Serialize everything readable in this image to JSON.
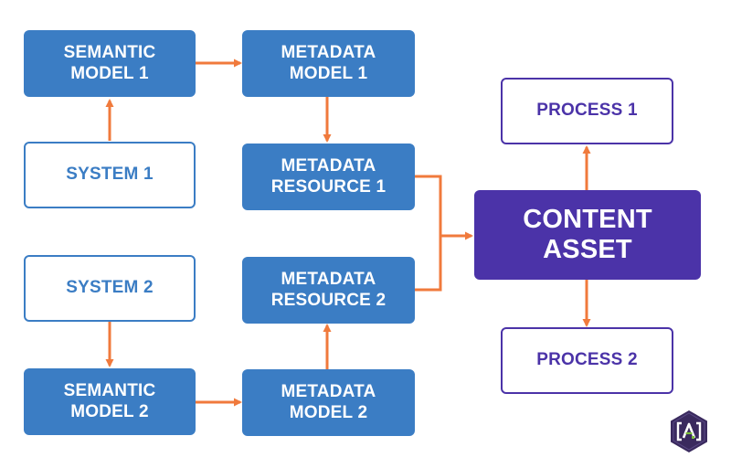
{
  "diagram": {
    "nodes": {
      "semantic_model_1": "SEMANTIC\nMODEL 1",
      "metadata_model_1": "METADATA\nMODEL 1",
      "system_1": "SYSTEM 1",
      "metadata_resource_1": "METADATA\nRESOURCE 1",
      "system_2": "SYSTEM 2",
      "metadata_resource_2": "METADATA\nRESOURCE 2",
      "semantic_model_2": "SEMANTIC\nMODEL 2",
      "metadata_model_2": "METADATA\nMODEL 2",
      "content_asset": "CONTENT\nASSET",
      "process_1": "PROCESS 1",
      "process_2": "PROCESS 2"
    },
    "edges": [
      {
        "from": "system_1",
        "to": "semantic_model_1"
      },
      {
        "from": "semantic_model_1",
        "to": "metadata_model_1"
      },
      {
        "from": "metadata_model_1",
        "to": "metadata_resource_1"
      },
      {
        "from": "metadata_resource_1",
        "to": "content_asset"
      },
      {
        "from": "system_2",
        "to": "semantic_model_2"
      },
      {
        "from": "semantic_model_2",
        "to": "metadata_model_2"
      },
      {
        "from": "metadata_model_2",
        "to": "metadata_resource_2"
      },
      {
        "from": "metadata_resource_2",
        "to": "content_asset"
      },
      {
        "from": "content_asset",
        "to": "process_1"
      },
      {
        "from": "content_asset",
        "to": "process_2"
      }
    ],
    "logo_text": "[A]"
  },
  "colors": {
    "blue": "#3b7dc4",
    "purple": "#4b33a8",
    "arrow": "#f07a3c",
    "logo_bg": "#3a2a5e",
    "logo_accent": "#7cbf3a"
  },
  "icons": {
    "logo": "enterprise-knowledge-logo"
  }
}
